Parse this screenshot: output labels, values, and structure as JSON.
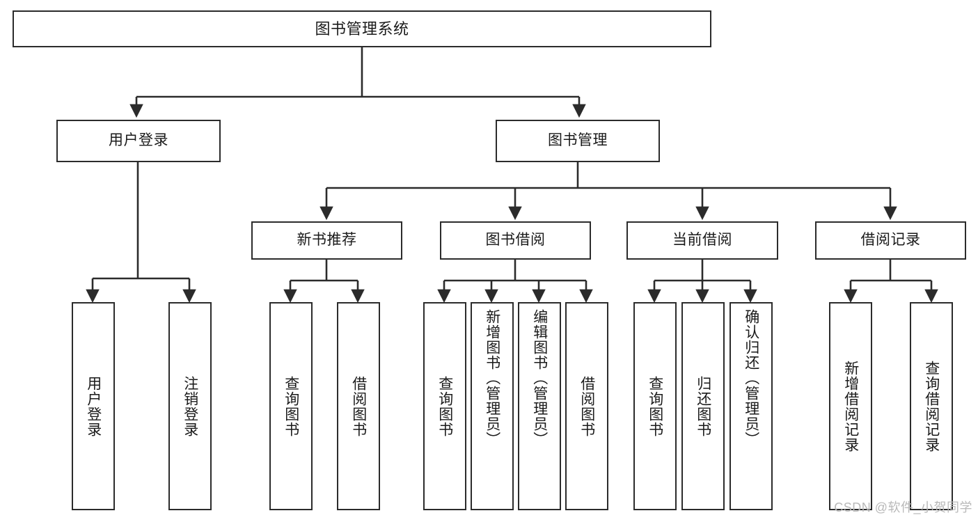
{
  "diagram": {
    "title": "图书管理系统",
    "type": "tree-hierarchy",
    "orientation": "top-down",
    "colors": {
      "box_border": "#2b2b2b",
      "box_fill": "#ffffff",
      "connector": "#2b2b2b",
      "text": "#1a1a1a",
      "watermark": "#b9b9b9",
      "background": "#ffffff"
    },
    "root": {
      "id": "root",
      "label": "图书管理系统"
    },
    "level1": [
      {
        "id": "l1-user-login",
        "label": "用户登录"
      },
      {
        "id": "l1-book-manage",
        "label": "图书管理"
      }
    ],
    "level2": [
      {
        "id": "l2-new-book-rec",
        "label": "新书推荐",
        "parent": "l1-book-manage"
      },
      {
        "id": "l2-book-borrow",
        "label": "图书借阅",
        "parent": "l1-book-manage"
      },
      {
        "id": "l2-current-borrow",
        "label": "当前借阅",
        "parent": "l1-book-manage"
      },
      {
        "id": "l2-borrow-record",
        "label": "借阅记录",
        "parent": "l1-book-manage"
      }
    ],
    "leaves": [
      {
        "id": "leaf-user-login",
        "label": "用户登录",
        "parent": "l1-user-login"
      },
      {
        "id": "leaf-logout",
        "label": "注销登录",
        "parent": "l1-user-login"
      },
      {
        "id": "leaf-query-book-1",
        "label": "查询图书",
        "parent": "l2-new-book-rec"
      },
      {
        "id": "leaf-borrow-book-1",
        "label": "借阅图书",
        "parent": "l2-new-book-rec"
      },
      {
        "id": "leaf-query-book-2",
        "label": "查询图书",
        "parent": "l2-book-borrow"
      },
      {
        "id": "leaf-add-book",
        "label": "新增图书（管理员）",
        "parent": "l2-book-borrow"
      },
      {
        "id": "leaf-edit-book",
        "label": "编辑图书（管理员）",
        "parent": "l2-book-borrow"
      },
      {
        "id": "leaf-borrow-book-2",
        "label": "借阅图书",
        "parent": "l2-book-borrow"
      },
      {
        "id": "leaf-query-book-3",
        "label": "查询图书",
        "parent": "l2-current-borrow"
      },
      {
        "id": "leaf-return-book",
        "label": "归还图书",
        "parent": "l2-current-borrow"
      },
      {
        "id": "leaf-confirm-return",
        "label": "确认归还（管理员）",
        "parent": "l2-current-borrow"
      },
      {
        "id": "leaf-add-record",
        "label": "新增借阅记录",
        "parent": "l2-borrow-record"
      },
      {
        "id": "leaf-query-record",
        "label": "查询借阅记录",
        "parent": "l2-borrow-record"
      }
    ]
  },
  "watermark": {
    "text": "CSDN @软件_小贺同学"
  }
}
